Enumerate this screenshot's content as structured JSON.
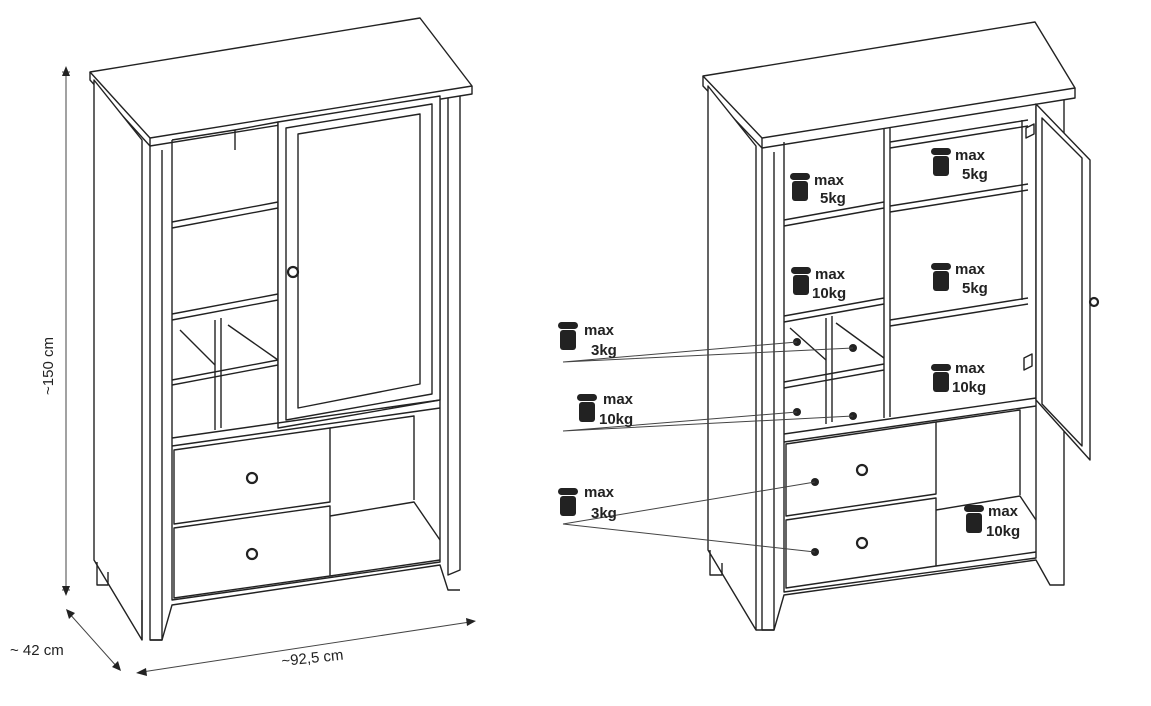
{
  "dimensions": {
    "height": "~150 cm",
    "depth": "~ 42 cm",
    "width": "~92,5 cm"
  },
  "load_labels": {
    "top_left_shelf": {
      "line1": "max",
      "line2": "5kg"
    },
    "top_right_shelf": {
      "line1": "max",
      "line2": "5kg"
    },
    "mid_left_shelf": {
      "line1": "max",
      "line2": "10kg"
    },
    "mid_right_shelf": {
      "line1": "max",
      "line2": "5kg"
    },
    "lower_right_shelf": {
      "line1": "max",
      "line2": "10kg"
    },
    "bottom_right_compartment": {
      "line1": "max",
      "line2": "10kg"
    },
    "callout_small_upper": {
      "line1": "max",
      "line2": "3kg"
    },
    "callout_small_lower": {
      "line1": "max",
      "line2": "10kg"
    },
    "callout_drawers": {
      "line1": "max",
      "line2": "3kg"
    }
  },
  "icons": {
    "weight": "weight-icon"
  },
  "colors": {
    "line": "#222222",
    "background": "#ffffff"
  }
}
